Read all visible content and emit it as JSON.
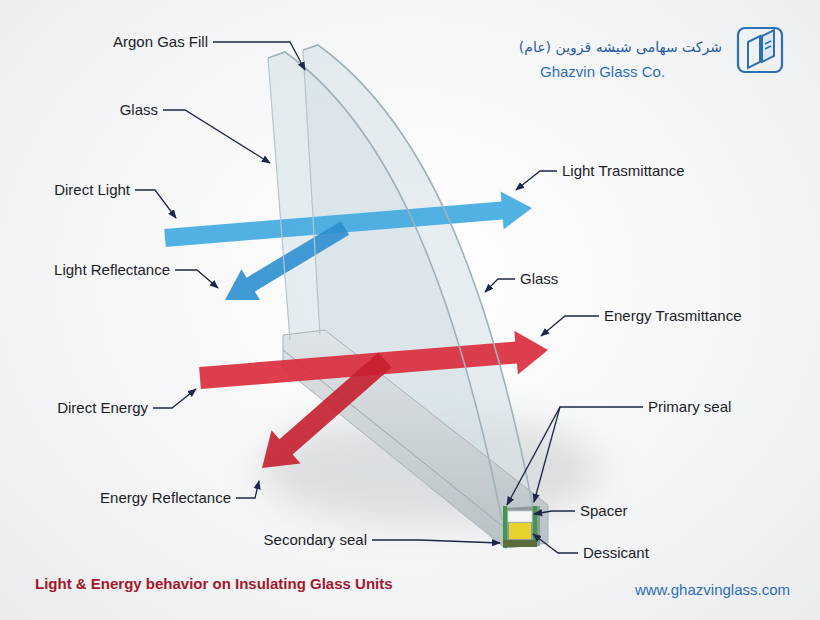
{
  "diagram": {
    "title": "Light & Energy behavior on Insulating Glass Units",
    "labels": [
      "شرکت سهامی شیشه قزوین (عام)",
      "Ghazvin Glass Co.",
      "Argon Gas Fill",
      "Glass",
      "Direct Light",
      "Light Trasmittance",
      "Light Reflectance",
      "Glass",
      "Energy Trasmittance",
      "Direct Energy",
      "Primary seal",
      "Energy Reflectance",
      "Spacer",
      "Secondary seal",
      "Dessicant",
      "www.ghazvinglass.com"
    ]
  }
}
